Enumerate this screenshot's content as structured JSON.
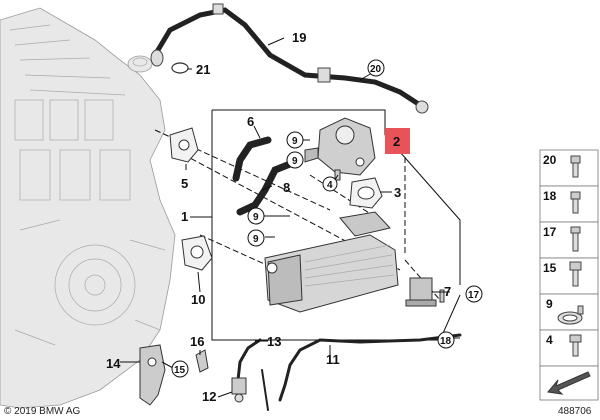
{
  "callouts": {
    "c1": "1",
    "c2": "2",
    "c3": "3",
    "c4": "4",
    "c5": "5",
    "c6": "6",
    "c7": "7",
    "c8": "8",
    "c9a": "9",
    "c9b": "9",
    "c9c": "9",
    "c10": "10",
    "c11": "11",
    "c12": "12",
    "c13": "13",
    "c14": "14",
    "c15": "15",
    "c16": "16",
    "c17": "17",
    "c18": "18",
    "c19": "19",
    "c20": "20",
    "c21": "21"
  },
  "highlight_color": "#e8535a",
  "sidebar": {
    "items": [
      {
        "label": "20",
        "icon": "screw-icon"
      },
      {
        "label": "18",
        "icon": "screw-icon"
      },
      {
        "label": "17",
        "icon": "bolt-icon"
      },
      {
        "label": "15",
        "icon": "bolt-icon"
      },
      {
        "label": "9",
        "icon": "clamp-icon"
      },
      {
        "label": "4",
        "icon": "screw-icon"
      }
    ]
  },
  "footer": {
    "copyright": "© 2019 BMW AG",
    "diagram_id": "488706"
  }
}
